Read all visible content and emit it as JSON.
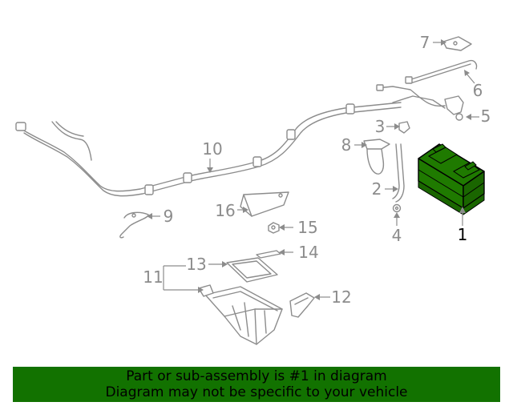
{
  "callouts": {
    "c1": "1",
    "c2": "2",
    "c3": "3",
    "c4": "4",
    "c5": "5",
    "c6": "6",
    "c7": "7",
    "c8": "8",
    "c9": "9",
    "c10": "10",
    "c11": "11",
    "c12": "12",
    "c13": "13",
    "c14": "14",
    "c15": "15",
    "c16": "16"
  },
  "highlight": {
    "part": "1",
    "color": "#1f7a00"
  },
  "banner": {
    "line1": "Part or sub-assembly is #1 in diagram",
    "line2": "Diagram may not be specific to your vehicle",
    "color": "#127200"
  }
}
